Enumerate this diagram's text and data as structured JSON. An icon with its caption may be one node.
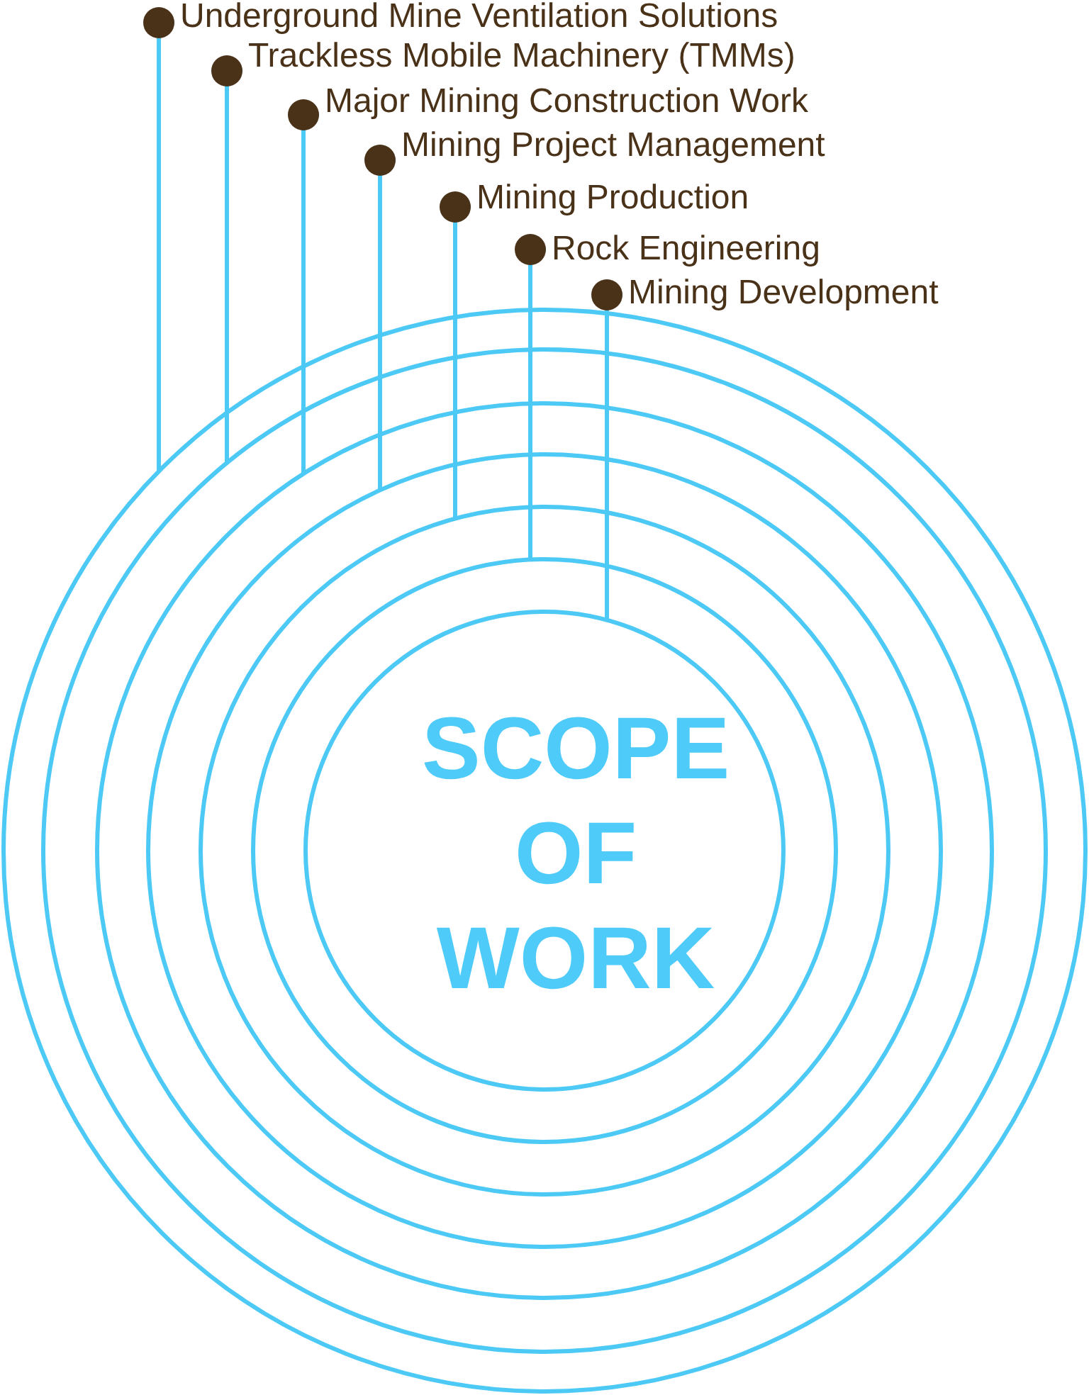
{
  "diagram": {
    "nodes": [
      {
        "text": [
          "Underground Mine Ventilation Solutions"
        ]
      },
      {
        "text": [
          "Trackless Mobile Machinery (TMMs)"
        ]
      },
      {
        "text": [
          "Major Mining Construction Work"
        ]
      },
      {
        "text": [
          "Mining Project Management"
        ]
      },
      {
        "text": [
          "Mining Production"
        ]
      },
      {
        "text": [
          "Rock Engineering"
        ]
      },
      {
        "text": [
          "Mining Development"
        ]
      },
      {
        "text": [],
        "shape": "circle"
      },
      {
        "text": [],
        "shape": "circle",
        "in": 7
      },
      {
        "text": [],
        "shape": "circle",
        "in": 8
      },
      {
        "text": [],
        "shape": "circle",
        "in": 9
      },
      {
        "text": [],
        "shape": "circle",
        "in": 10
      },
      {
        "text": [],
        "shape": "circle",
        "in": 11
      },
      {
        "text": [
          "SCOPE OF WORK"
        ],
        "in": 12
      }
    ],
    "edges": [
      {
        "from": 0,
        "to": 7,
        "arrow": "other"
      },
      {
        "from": 1,
        "to": 8,
        "arrow": "other"
      },
      {
        "from": 2,
        "to": 9,
        "arrow": "other"
      },
      {
        "from": 3,
        "to": 10,
        "arrow": "other"
      },
      {
        "from": 4,
        "to": 11,
        "arrow": "other"
      },
      {
        "from": 5,
        "to": 12,
        "arrow": "other"
      },
      {
        "from": 6,
        "to": 13,
        "arrow": "other"
      }
    ]
  }
}
